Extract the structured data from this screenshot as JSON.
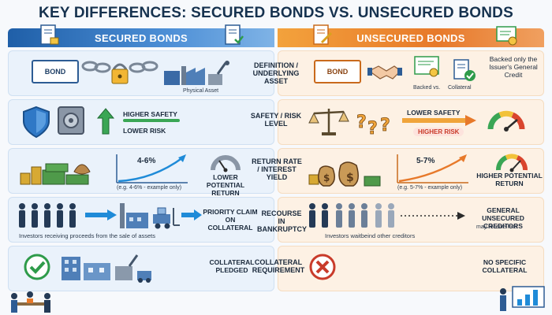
{
  "title": "KEY DIFFERENCES: SECURED BONDS VS. UNSECURED BONDS",
  "headers": {
    "secured": "SECURED BONDS",
    "unsecured": "UNSECURED BONDS"
  },
  "rows": {
    "definition": {
      "center": "DEFINITION / UNDERLYING ASSET",
      "left": {
        "bond": "BOND",
        "asset": "Physical Asset"
      },
      "right": {
        "bond": "BOND",
        "backed": "Backed vs.",
        "collateral": "Collateral",
        "note": "Backed only the Issuer's General Credit"
      }
    },
    "safety": {
      "center": "SAFETY / RISK LEVEL",
      "left": {
        "higher": "HIGHER SAFETY",
        "lower": "LOWER RISK"
      },
      "right": {
        "lower": "LOWER SAFETY",
        "higher": "HIGHER RISK"
      }
    },
    "return": {
      "center": "RETURN RATE / INTEREST YIELD",
      "left": {
        "range": "4-6%",
        "example": "(e.g. 4-6% - example only)",
        "note": "LOWER POTENTIAL RETURN"
      },
      "right": {
        "range": "5-7%",
        "example": "(e.g. 5-7% - example only)",
        "note": "HIGHER POTENTIAL RETURN"
      }
    },
    "bankruptcy": {
      "center": "RECOURSE IN BANKRUPTCY",
      "left": {
        "claim": "PRIORITY CLAIM ON COLLATERAL",
        "caption": "Investors receiving proceeds from the sale of assets"
      },
      "right": {
        "caption": "Investors waitbeind other creditors",
        "note": "GENERAL UNSECURED CREDITORS",
        "sub": "may receive less"
      }
    },
    "collateral": {
      "center": "COLLATERAL REQUIREMENT",
      "left": {
        "note": "COLLATERAL PLEDGED"
      },
      "right": {
        "note": "NO SPECIFIC COLLATERAL"
      }
    }
  },
  "colors": {
    "secured": "#1f5fa8",
    "unsecured": "#e7792a",
    "safe": "#2e9b4a",
    "risk": "#c93b2a"
  }
}
